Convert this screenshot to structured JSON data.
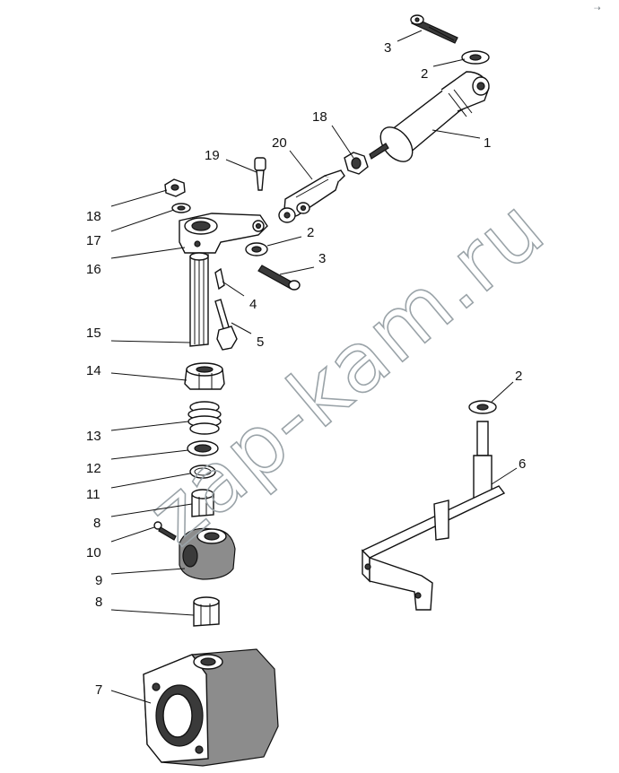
{
  "watermark": "zap-kam.ru",
  "corner_mark": "⇢",
  "callouts": [
    {
      "id": "c-1",
      "text": "1"
    },
    {
      "id": "c-2a",
      "text": "2"
    },
    {
      "id": "c-2b",
      "text": "2"
    },
    {
      "id": "c-2c",
      "text": "2"
    },
    {
      "id": "c-3a",
      "text": "3"
    },
    {
      "id": "c-3b",
      "text": "3"
    },
    {
      "id": "c-4",
      "text": "4"
    },
    {
      "id": "c-5",
      "text": "5"
    },
    {
      "id": "c-6",
      "text": "6"
    },
    {
      "id": "c-7",
      "text": "7"
    },
    {
      "id": "c-8a",
      "text": "8"
    },
    {
      "id": "c-8b",
      "text": "8"
    },
    {
      "id": "c-9",
      "text": "9"
    },
    {
      "id": "c-10",
      "text": "10"
    },
    {
      "id": "c-11",
      "text": "11"
    },
    {
      "id": "c-12",
      "text": "12"
    },
    {
      "id": "c-13",
      "text": "13"
    },
    {
      "id": "c-14",
      "text": "14"
    },
    {
      "id": "c-15",
      "text": "15"
    },
    {
      "id": "c-16",
      "text": "16"
    },
    {
      "id": "c-17",
      "text": "17"
    },
    {
      "id": "c-18a",
      "text": "18"
    },
    {
      "id": "c-18b",
      "text": "18"
    },
    {
      "id": "c-19",
      "text": "19"
    },
    {
      "id": "c-20",
      "text": "20"
    }
  ]
}
